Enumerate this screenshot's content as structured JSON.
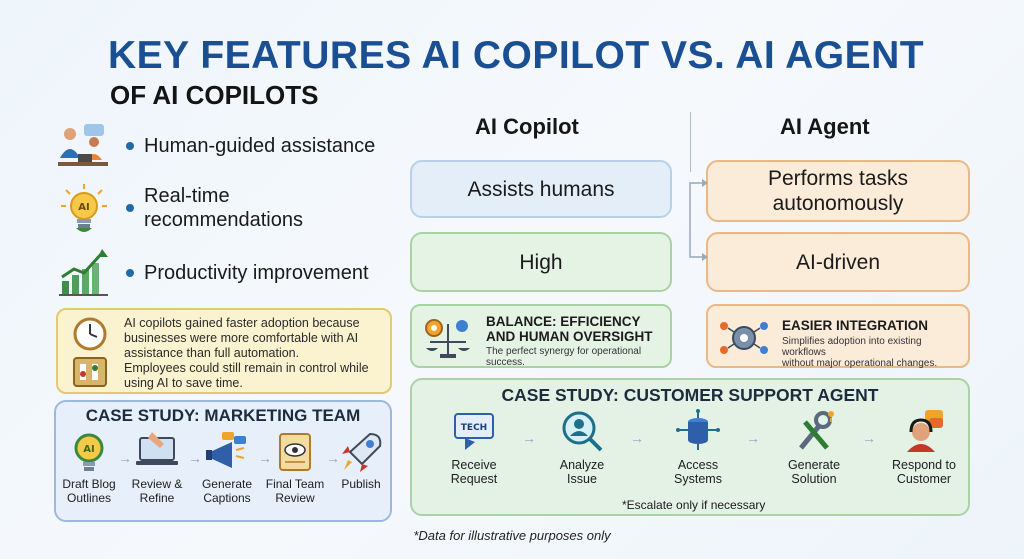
{
  "title": {
    "line1": "KEY FEATURES AI COPILOT VS. AI AGENT",
    "line2": "OF AI COPILOTS"
  },
  "features": [
    {
      "icon": "team-support-icon",
      "text": "Human-guided assistance"
    },
    {
      "icon": "ai-lightbulb-icon",
      "text": "Real-time\nrecommendations"
    },
    {
      "icon": "growth-chart-icon",
      "text": "Productivity improvement"
    }
  ],
  "adoption_note": {
    "para1": "AI copilots gained faster adoption because businesses were more comfortable with AI assistance than full automation.",
    "para2": "Employees could still remain in control while using AI to save time."
  },
  "marketing_case": {
    "title": "CASE STUDY: MARKETING TEAM",
    "steps": [
      {
        "icon": "ai-bulb-icon",
        "label": "Draft Blog\nOutlines"
      },
      {
        "icon": "laptop-hand-icon",
        "label": "Review &\nRefine"
      },
      {
        "icon": "megaphone-icon",
        "label": "Generate\nCaptions"
      },
      {
        "icon": "scroll-eye-icon",
        "label": "Final Team\nReview"
      },
      {
        "icon": "rocket-icon",
        "label": "Publish"
      }
    ]
  },
  "comparison": {
    "copilot_header": "AI Copilot",
    "agent_header": "AI Agent",
    "rows": [
      {
        "copilot": "Assists humans",
        "agent": "Performs tasks\nautonomously"
      },
      {
        "copilot": "High",
        "agent": "AI-driven"
      }
    ],
    "copilot_feature": {
      "heading": "BALANCE: EFFICIENCY\nAND HUMAN OVERSIGHT",
      "sub": "The perfect synergy for operational\nsuccess."
    },
    "agent_feature": {
      "heading": "EASIER INTEGRATION",
      "sub": "Simplifies adoption into existing workflows\nwithout major operational changes."
    }
  },
  "support_case": {
    "title": "CASE STUDY: CUSTOMER SUPPORT AGENT",
    "steps": [
      {
        "icon": "tech-ticket-icon",
        "label": "Receive\nRequest",
        "badge": "TECH"
      },
      {
        "icon": "magnify-person-icon",
        "label": "Analyze\nIssue"
      },
      {
        "icon": "database-icon",
        "label": "Access\nSystems"
      },
      {
        "icon": "tools-icon",
        "label": "Generate\nSolution"
      },
      {
        "icon": "headset-agent-icon",
        "label": "Respond to\nCustomer"
      }
    ],
    "escalation": "*Escalate only if necessary"
  },
  "footnote": "*Data for illustrative purposes only",
  "colors": {
    "title_blue": "#1a4f94",
    "copilot_blue": "#e3eef9",
    "green": "#e4f3e4",
    "peach": "#fbebd9",
    "note_yellow": "#fbf3cf"
  }
}
